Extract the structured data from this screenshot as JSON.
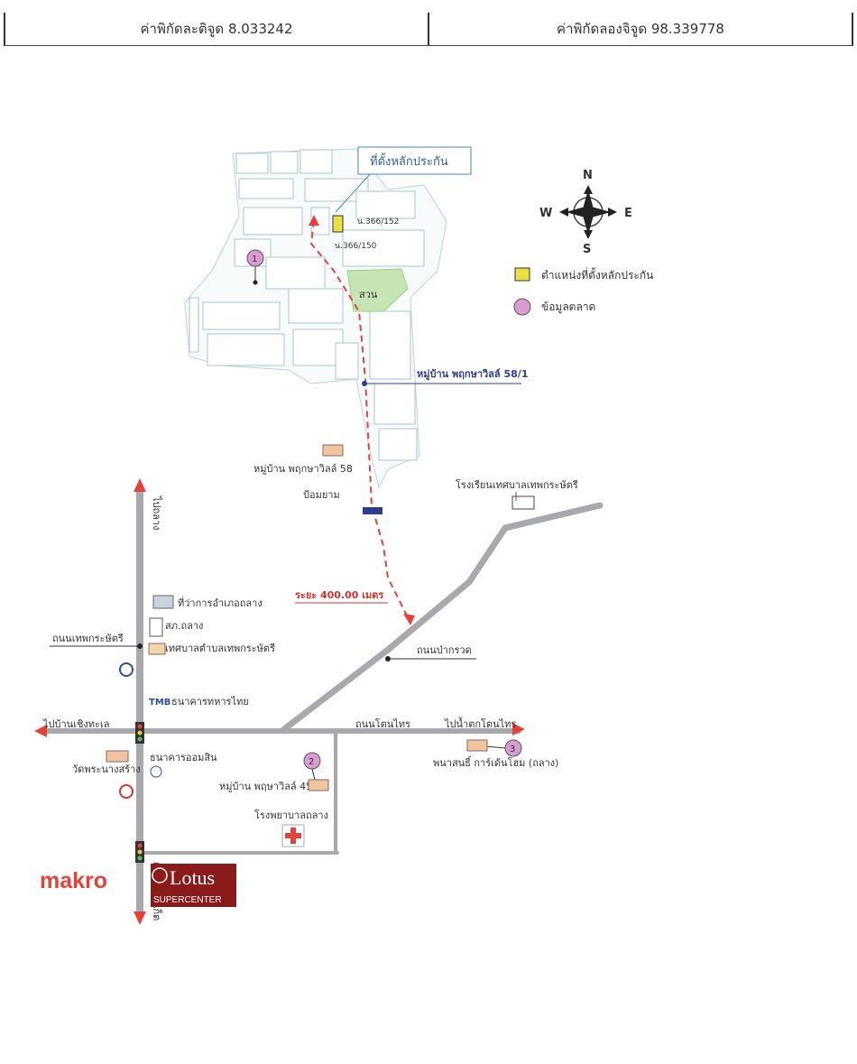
{
  "header": {
    "latitude": "ค่าพิกัดละติจูด 8.033242",
    "longitude": "ค่าพิกัดลองจิจูด 98.339778"
  },
  "callout": {
    "collateral_location": "ที่ตั้งหลักประกัน"
  },
  "plots": {
    "plot_a": "น.366/152",
    "plot_b": "น.366/150"
  },
  "park_label": "สวน",
  "compass": {
    "n": "N",
    "s": "S",
    "e": "E",
    "w": "W"
  },
  "legend": {
    "collateral": "ตำแหน่งที่ตั้งหลักประกัน",
    "market": "ข้อมูลตลาด",
    "collateral_color": "#e8e046",
    "market_color": "#d99bd0"
  },
  "places": {
    "village_58_1": "หมู่บ้าน พฤกษาวิลล์ 58/1",
    "village_58": "หมู่บ้าน พฤกษาวิลล์ 58",
    "gate": "ป้อมยาม",
    "school": "โรงเรียนเทศบาลเทพกระษัตรี",
    "distance": "ระยะ 400.00 เมตร",
    "to_talang_upper": "ไปถลาง",
    "district_office": "ที่ว่าการอำเภอถลาง",
    "police": "สภ.ถลาง",
    "municipality": "เทศบาลตำบลเทพกระษัตรี",
    "thepkrasattri_rd": "ถนนเทพกระษัตรี",
    "pakrong_rd": "ถนนป่ากรวด",
    "tmb": "ธนาคารทหารไทย",
    "to_choeng_thale": "ไปบ้านเชิงทะเล",
    "tontai_rd": "ถนนโตนไทร",
    "to_waterfall": "ไปน้ำตกโตนไทร",
    "temple": "วัดพระนางสร้าง",
    "gsb": "ธนาคารออมสิน",
    "village_45": "หมู่บ้าน พฤษาวิลล์ 45",
    "garden_home": "พนาสนธิ์ การ์เด้นโฮม (ถลาง)",
    "hospital": "โรงพยาบาลถลาง",
    "to_phuket": "เข้าเมืองภูเก็ต",
    "makro": "makro",
    "lotus": "Lotus",
    "lotus_sub": "SUPERCENTER",
    "tmb_logo": "TMB"
  },
  "markers": {
    "m1": "1",
    "m2": "2",
    "m3": "3"
  }
}
